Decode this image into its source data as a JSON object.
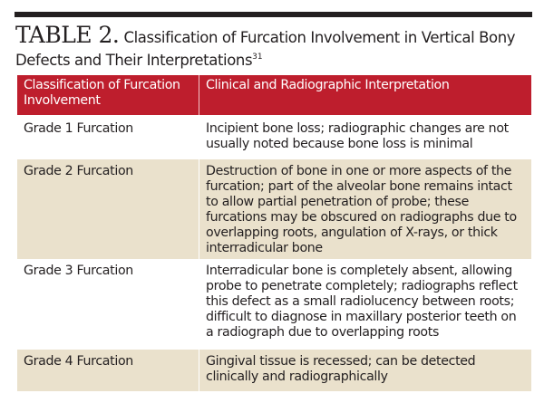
{
  "header": {
    "table_label": "TABLE 2.",
    "caption": "Classification of Furcation Involvement in Vertical Bony Defects and Their Interpretations",
    "reference_superscript": "31"
  },
  "colors": {
    "top_rule": "#231f20",
    "header_background": "#be1e2d",
    "header_text": "#ffffff",
    "alternate_row_background": "#eae1cc",
    "body_text": "#231f20"
  },
  "table": {
    "columns": [
      "Classification of Furcation Involvement",
      "Clinical and Radiographic Interpretation"
    ],
    "rows": [
      {
        "classification": "Grade 1 Furcation",
        "interpretation": "Incipient bone loss; radiographic changes are not usually noted because bone loss is minimal"
      },
      {
        "classification": "Grade 2 Furcation",
        "interpretation": "Destruction of bone in one or more aspects of the furcation; part of the alveolar bone remains intact to allow partial penetration of probe; these furcations may be obscured on radiographs due to overlapping roots, angulation of X-rays, or thick interradicular bone"
      },
      {
        "classification": "Grade 3 Furcation",
        "interpretation": "Interradicular bone is completely absent, allowing probe to penetrate completely; radiographs reflect this defect as a small radiolucency between roots; difficult to diagnose in maxillary posterior teeth on a radiograph due to overlapping roots"
      },
      {
        "classification": "Grade 4 Furcation",
        "interpretation": "Gingival tissue is recessed; can be detected clinically and radiographically"
      }
    ]
  }
}
